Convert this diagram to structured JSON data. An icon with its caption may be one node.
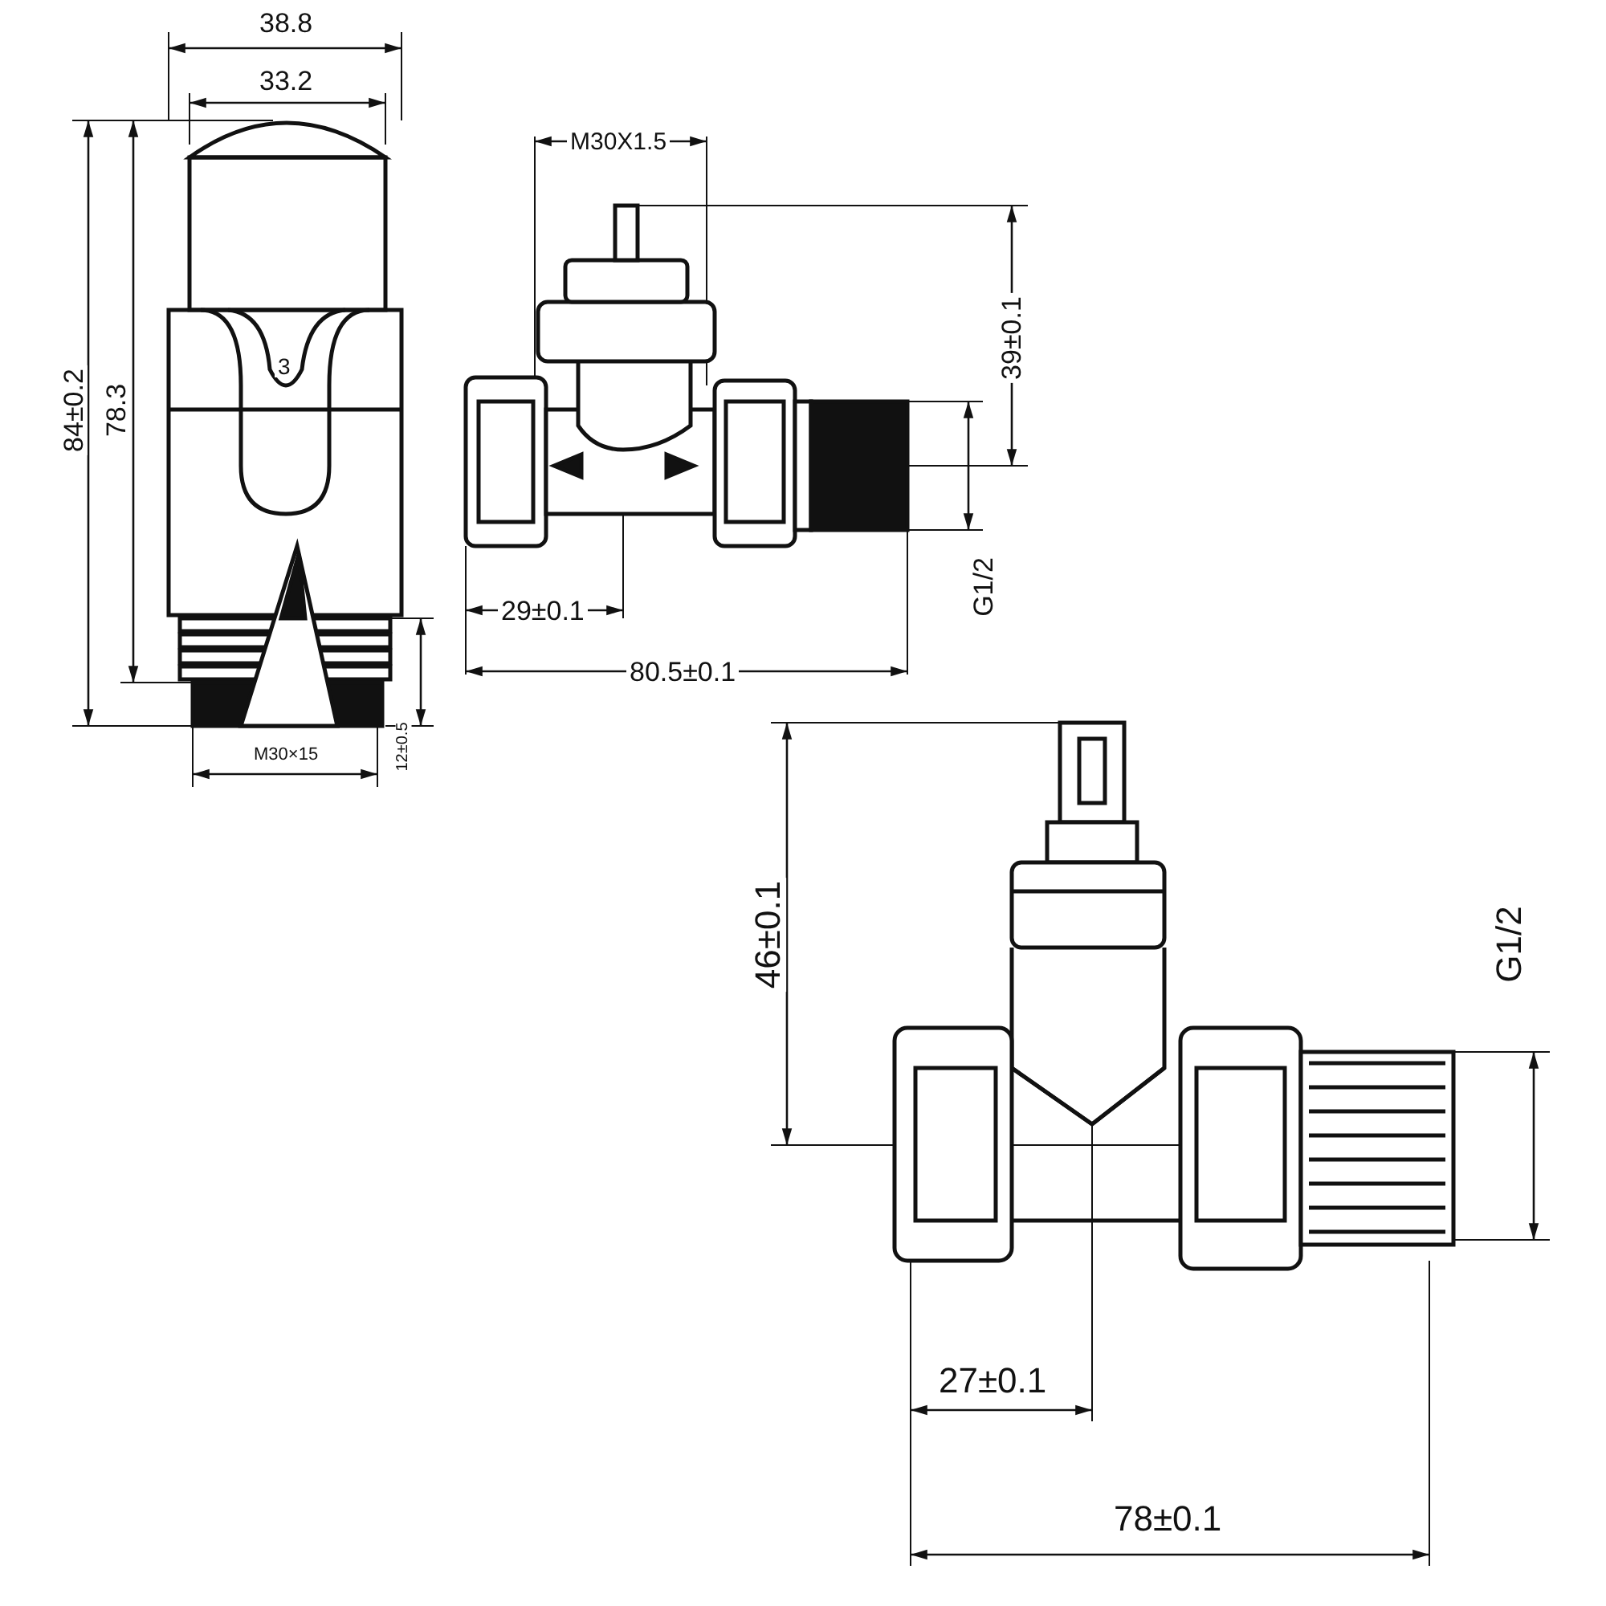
{
  "diagram": {
    "labels": [
      "38.8",
      "33.2",
      "84±0.2",
      "78.3",
      "3",
      "M30×15",
      "12±0.5",
      "M30X1.5",
      "39±0.1",
      "G1/2",
      "29±0.1",
      "80.5±0.1",
      "46±0.1",
      "G1/2",
      "27±0.1",
      "78±0.1"
    ]
  }
}
